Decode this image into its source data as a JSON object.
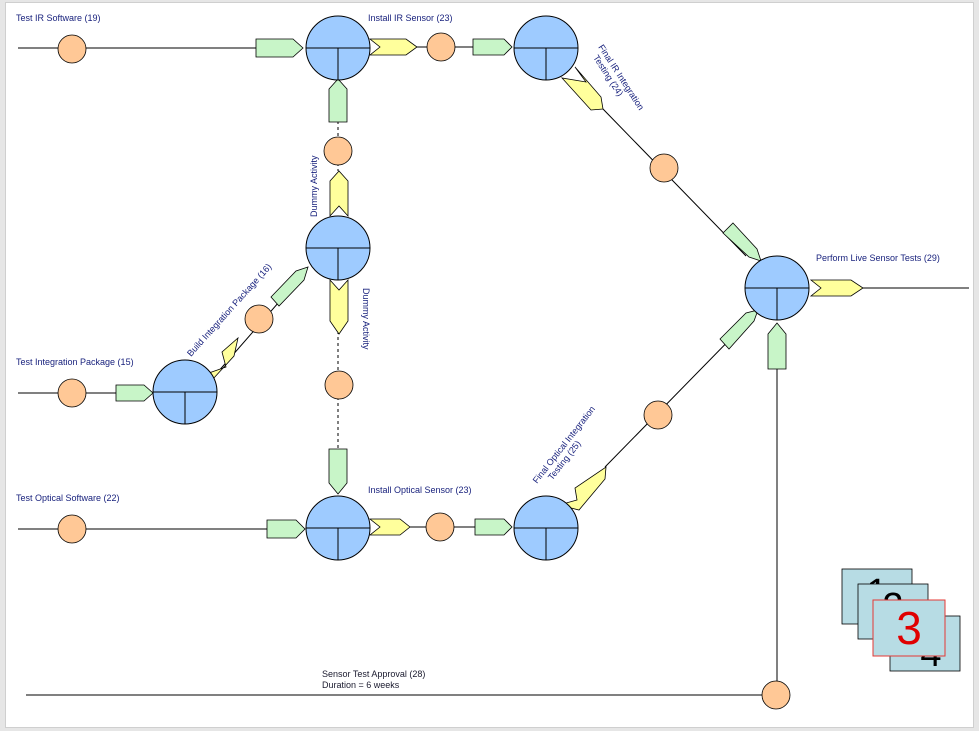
{
  "diagram": {
    "labels": {
      "test_ir_software": "Test IR Software (19)",
      "install_ir_sensor": "Install IR Sensor (23)",
      "final_ir_line1": "Final IR Integration",
      "final_ir_line2": "Testing (24)",
      "perform_live_tests": "Perform Live Sensor Tests (29)",
      "dummy_activity_upper": "Dummy Activity",
      "dummy_activity_lower": "Dummy Activity",
      "build_integration_package": "Build Integration Package (16)",
      "test_integration_package": "Test Integration Package (15)",
      "test_optical_software": "Test Optical Software (22)",
      "install_optical_sensor": "Install Optical Sensor (23)",
      "final_optical_line1": "Final Optical Integration",
      "final_optical_line2": "Testing (25)",
      "sensor_test_approval": "Sensor Test Approval (28)",
      "duration": "Duration = 6 weeks"
    },
    "page_stack": {
      "digits_back": [
        "1",
        "2",
        "4"
      ],
      "front_digit": "3"
    },
    "colors": {
      "node_fill": "#9ecbff",
      "event_fill": "#ffc896",
      "inbound_arrow": "#c8f5c8",
      "outbound_arrow": "#ffff9c",
      "label_text": "#1a237e",
      "page_number": "#e00000"
    }
  }
}
